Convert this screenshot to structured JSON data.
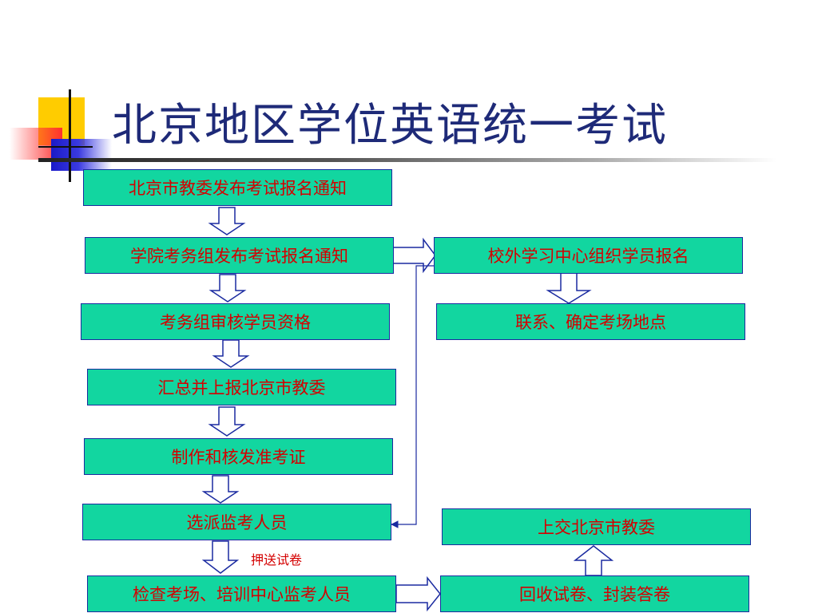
{
  "title": "北京地区学位英语统一考试",
  "steps": {
    "notice_city": "北京市教委发布考试报名通知",
    "notice_college": "学院考务组发布考试报名通知",
    "off_campus_register": "校外学习中心组织学员报名",
    "review": "考务组审核学员资格",
    "venue": "联系、确定考场地点",
    "summarize": "汇总并上报北京市教委",
    "admission_ticket": "制作和核发准考证",
    "assign_proctors": "选派监考人员",
    "submit_city": "上交北京市教委",
    "inspect_train": "检查考场、培训中心监考人员",
    "collect_seal": "回收试卷、封装答卷"
  },
  "annotations": {
    "escort_papers": "押送试卷"
  },
  "colors": {
    "box_fill": "#12d6a0",
    "box_border": "#1a2aa0",
    "box_text": "#d40000",
    "title": "#1e2a78"
  }
}
